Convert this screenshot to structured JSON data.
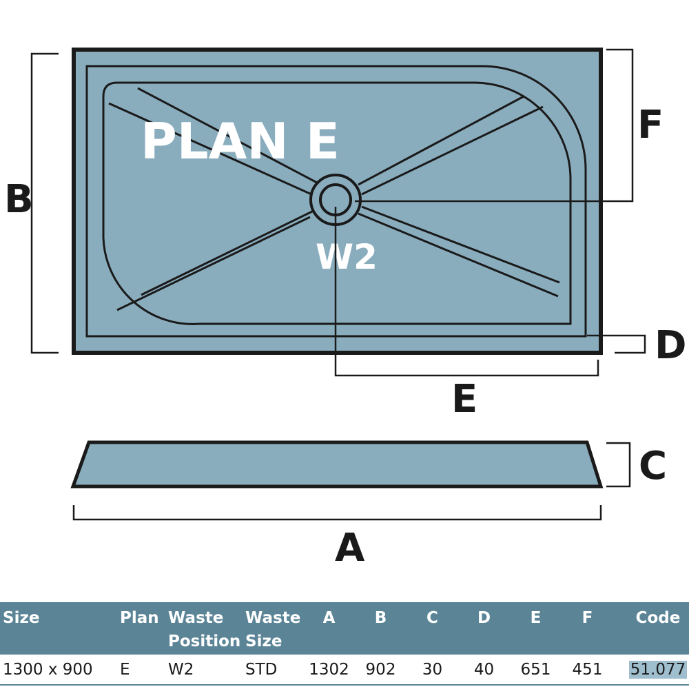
{
  "diagram": {
    "plan_title": "PLAN E",
    "waste_label": "W2",
    "dimension_labels": {
      "a": "A",
      "b": "B",
      "c": "C",
      "d": "D",
      "e": "E",
      "f": "F"
    },
    "colors": {
      "tray_fill": "#8aadbe",
      "outline": "#1a1a1a",
      "header_bg": "#5b8597"
    }
  },
  "table": {
    "headers": {
      "size": "Size",
      "plan": "Plan",
      "waste_position_1": "Waste",
      "waste_position_2": "Position",
      "waste_size_1": "Waste",
      "waste_size_2": "Size",
      "a": "A",
      "b": "B",
      "c": "C",
      "d": "D",
      "e": "E",
      "f": "F",
      "code": "Code"
    },
    "row": {
      "size": "1300 x 900",
      "plan": "E",
      "waste_position": "W2",
      "waste_size": "STD",
      "a": "1302",
      "b": "902",
      "c": "30",
      "d": "40",
      "e": "651",
      "f": "451",
      "code": "51.077"
    }
  }
}
